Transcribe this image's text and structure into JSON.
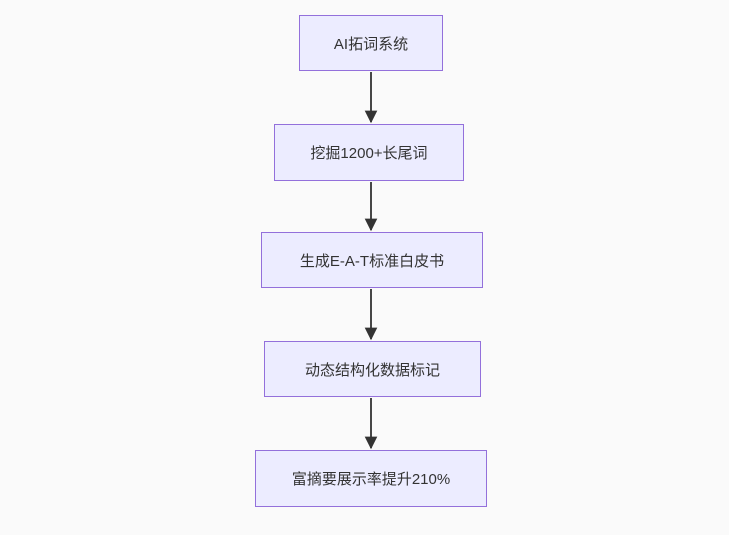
{
  "diagram": {
    "type": "flowchart",
    "direction": "top-down",
    "colors": {
      "background": "#fafafa",
      "node_fill": "#ECECFF",
      "node_border": "#9370DB",
      "node_text": "#333333",
      "arrow": "#333333"
    },
    "nodes": [
      {
        "label": "AI拓词系统"
      },
      {
        "label": "挖掘1200+长尾词"
      },
      {
        "label": "生成E-A-T标准白皮书"
      },
      {
        "label": "动态结构化数据标记"
      },
      {
        "label": "富摘要展示率提升210%"
      }
    ],
    "edges": [
      {
        "from": "AI拓词系统",
        "to": "挖掘1200+长尾词"
      },
      {
        "from": "挖掘1200+长尾词",
        "to": "生成E-A-T标准白皮书"
      },
      {
        "from": "生成E-A-T标准白皮书",
        "to": "动态结构化数据标记"
      },
      {
        "from": "动态结构化数据标记",
        "to": "富摘要展示率提升210%"
      }
    ]
  }
}
